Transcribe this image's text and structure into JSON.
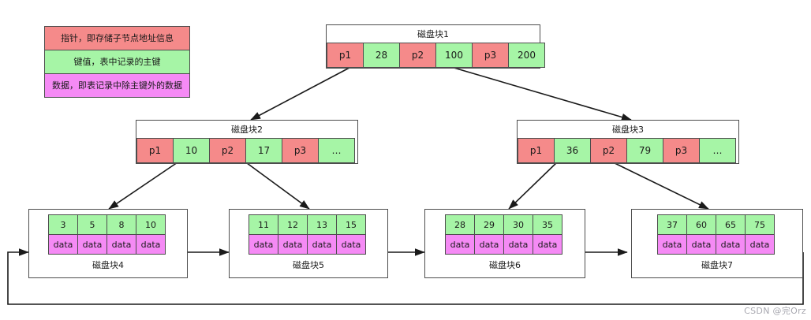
{
  "legend": {
    "items": [
      {
        "name": "pointer",
        "text": "指针，即存储子节点地址信息",
        "color": "#f58a8a"
      },
      {
        "name": "key",
        "text": "键值，表中记录的主键",
        "color": "#a6f5a6"
      },
      {
        "name": "data",
        "text": "数据，即表记录中除主键外的数据",
        "color": "#f58af5"
      }
    ]
  },
  "nodes": {
    "root": {
      "title": "磁盘块1",
      "cells": [
        {
          "t": "ptr",
          "v": "p1"
        },
        {
          "t": "key",
          "v": "28"
        },
        {
          "t": "ptr",
          "v": "p2"
        },
        {
          "t": "key",
          "v": "100"
        },
        {
          "t": "ptr",
          "v": "p3"
        },
        {
          "t": "key",
          "v": "200"
        }
      ]
    },
    "mid_left": {
      "title": "磁盘块2",
      "cells": [
        {
          "t": "ptr",
          "v": "p1"
        },
        {
          "t": "key",
          "v": "10"
        },
        {
          "t": "ptr",
          "v": "p2"
        },
        {
          "t": "key",
          "v": "17"
        },
        {
          "t": "ptr",
          "v": "p3"
        },
        {
          "t": "key",
          "v": "…"
        }
      ]
    },
    "mid_right": {
      "title": "磁盘块3",
      "cells": [
        {
          "t": "ptr",
          "v": "p1"
        },
        {
          "t": "key",
          "v": "36"
        },
        {
          "t": "ptr",
          "v": "p2"
        },
        {
          "t": "key",
          "v": "79"
        },
        {
          "t": "ptr",
          "v": "p3"
        },
        {
          "t": "key",
          "v": "…"
        }
      ]
    },
    "leaf1": {
      "title": "磁盘块4",
      "keys": [
        "3",
        "5",
        "8",
        "10"
      ],
      "data": [
        "data",
        "data",
        "data",
        "data"
      ]
    },
    "leaf2": {
      "title": "磁盘块5",
      "keys": [
        "11",
        "12",
        "13",
        "15"
      ],
      "data": [
        "data",
        "data",
        "data",
        "data"
      ]
    },
    "leaf3": {
      "title": "磁盘块6",
      "keys": [
        "28",
        "29",
        "30",
        "35"
      ],
      "data": [
        "data",
        "data",
        "data",
        "data"
      ]
    },
    "leaf4": {
      "title": "磁盘块7",
      "keys": [
        "37",
        "60",
        "65",
        "75"
      ],
      "data": [
        "data",
        "data",
        "data",
        "data"
      ]
    }
  },
  "watermark": {
    "text": "CSDN @完Orz"
  },
  "colors": {
    "pointer": "#f58a8a",
    "key": "#a6f5a6",
    "data": "#f58af5",
    "stroke": "#4d4d4d",
    "background": "#ffffff"
  }
}
